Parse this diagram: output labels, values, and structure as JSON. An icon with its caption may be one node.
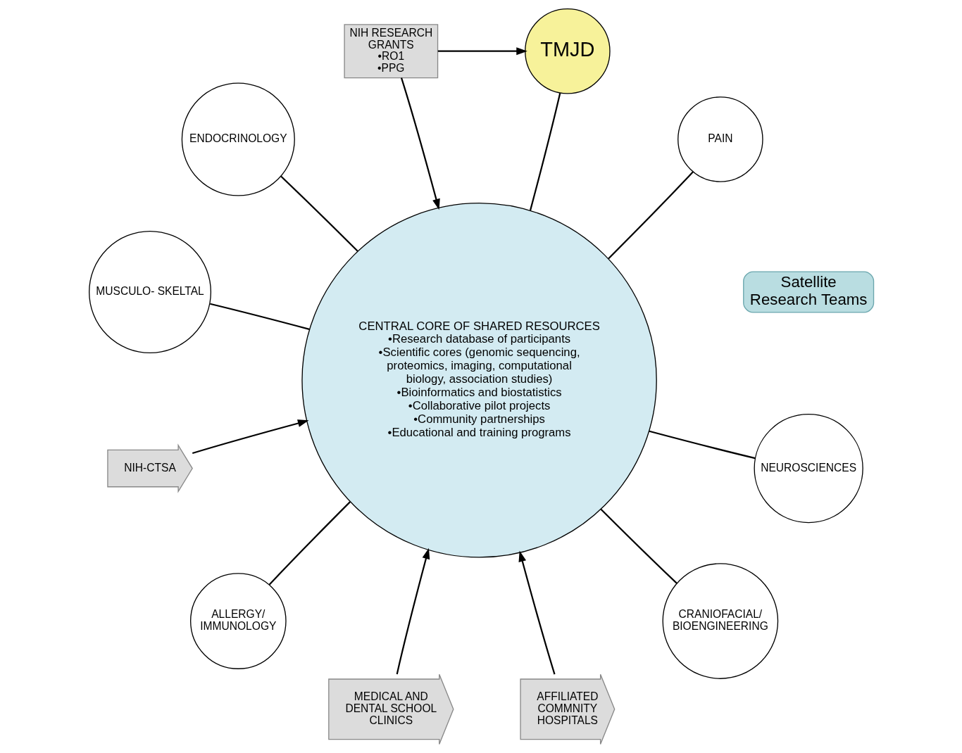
{
  "diagram": {
    "nodes": [
      {
        "text": [
          "Satellite Research Teams"
        ]
      },
      {
        "text": [
          "PAIN"
        ]
      },
      {
        "text": [
          "TMJD"
        ]
      },
      {
        "text": [
          "CENTRAL CORE OF SHARED RESOURCES",
          "•Research database of participants",
          "•Scientific cores (genomic sequencing, proteomics, imaging, computational biology, association studies)",
          "•Bioinformatics and biostatistics",
          "•Collaborative pilot projects",
          "•Community partnerships",
          "•Educational and training programs"
        ]
      },
      {
        "text": [
          "NIH RESEARCH GRANTS",
          "•RO1",
          "•PPG"
        ]
      },
      {
        "text": [
          "ENDOCRINOLOGY"
        ]
      },
      {
        "text": [
          "MUSCULO- SKELTAL"
        ]
      },
      {
        "text": [
          "NIH-CTSA"
        ]
      },
      {
        "text": [
          "ALLERGY/ IMMUNOLOGY"
        ]
      },
      {
        "text": [
          "MEDICAL AND DENTAL SCHOOL CLINICS"
        ]
      },
      {
        "text": [
          "AFFILIATED COMMNITY HOSPITALS"
        ]
      },
      {
        "text": [
          "CRANIOFACIAL/ BIOENGINEERING"
        ]
      },
      {
        "text": [
          "NEUROSCIENCES"
        ]
      }
    ],
    "edges": [
      {
        "from": 3,
        "to": 1,
        "arrow": "none"
      },
      {
        "from": 3,
        "to": 2,
        "arrow": "none"
      },
      {
        "from": 3,
        "to": 5,
        "arrow": "none"
      },
      {
        "from": 3,
        "to": 6,
        "arrow": "none"
      },
      {
        "from": 3,
        "to": 8,
        "arrow": "none"
      },
      {
        "from": 3,
        "to": 12,
        "arrow": "none"
      },
      {
        "from": 3,
        "to": 11,
        "arrow": "none"
      },
      {
        "from": 4,
        "to": 2,
        "arrow": "to"
      },
      {
        "from": 4,
        "to": 3,
        "arrow": "to"
      },
      {
        "from": 7,
        "to": 3,
        "arrow": "to"
      },
      {
        "from": 9,
        "to": 3,
        "arrow": "to"
      },
      {
        "from": 10,
        "to": 3,
        "arrow": "to"
      }
    ]
  }
}
